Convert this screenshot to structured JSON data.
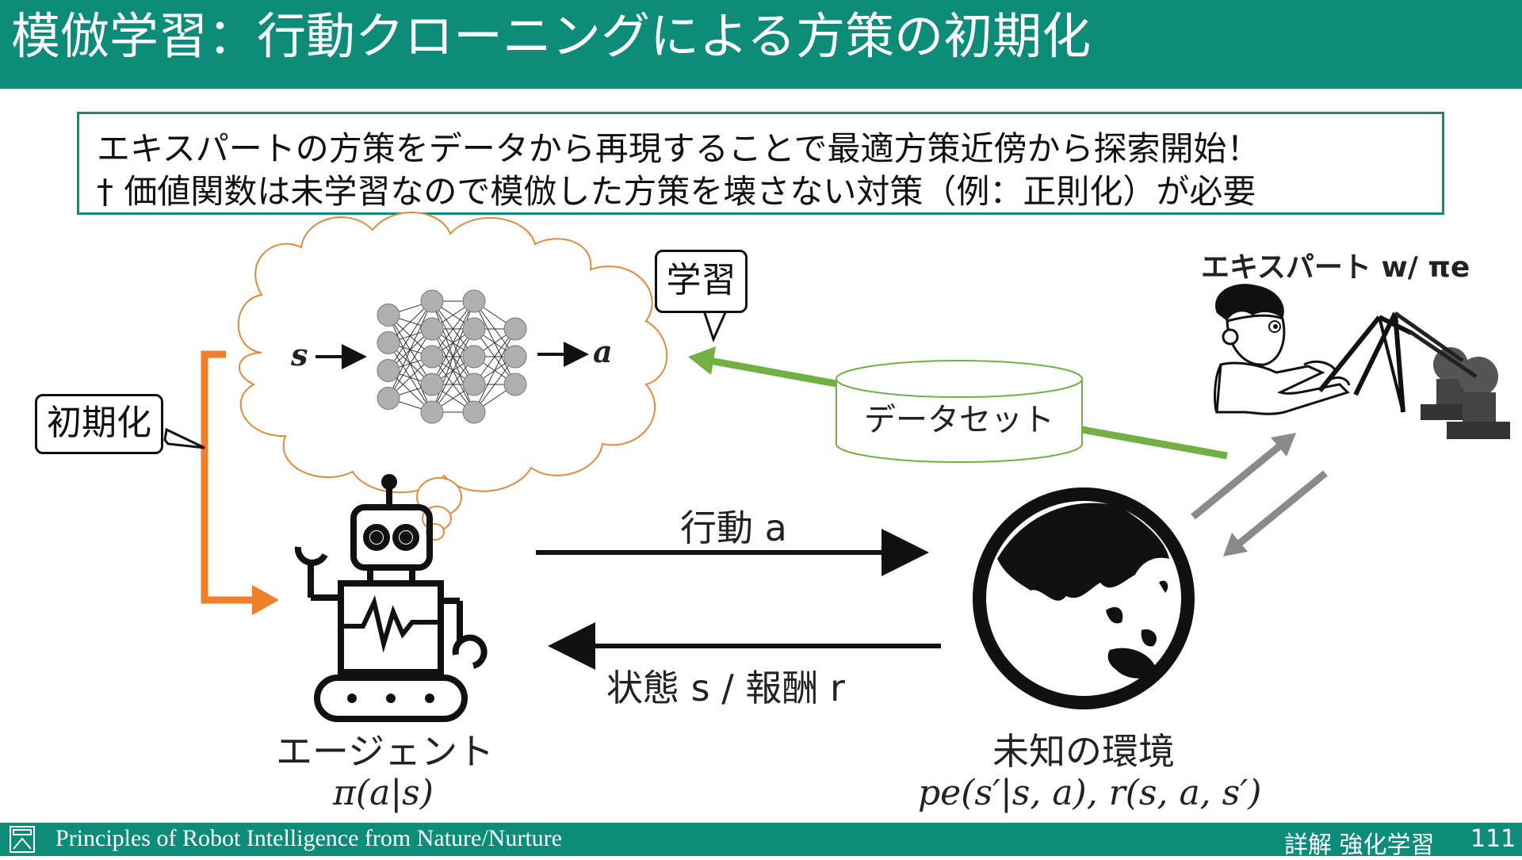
{
  "header": {
    "title": "模倣学習：行動クローニングによる方策の初期化"
  },
  "callout": {
    "line1": "エキスパートの方策をデータから再現することで最適方策近傍から探索開始！",
    "line2": "† 価値関数は未学習なので模倣した方策を壊さない対策（例：正則化）が必要"
  },
  "diagram": {
    "init_label": "初期化",
    "learn_label": "学習",
    "nn_input": "s",
    "nn_output": "a",
    "dataset_label": "データセット",
    "expert_label": "エキスパート w/ πe",
    "action_label": "行動 a",
    "state_reward_label": "状態 s / 報酬 r",
    "agent_name": "エージェント",
    "agent_policy": "π(a|s)",
    "env_name": "未知の環境",
    "env_dynamics": "pe(s′|s, a), r(s, a, s′)"
  },
  "colors": {
    "header": "#0e8c7a",
    "orange": "#f07f2c",
    "green": "#72b043",
    "gray": "#8a8a8a",
    "cloud": "#e08a3c"
  },
  "footer": {
    "left_text": "Principles of Robot Intelligence from Nature/Nurture",
    "book": "詳解 強化学習",
    "page": "111"
  }
}
